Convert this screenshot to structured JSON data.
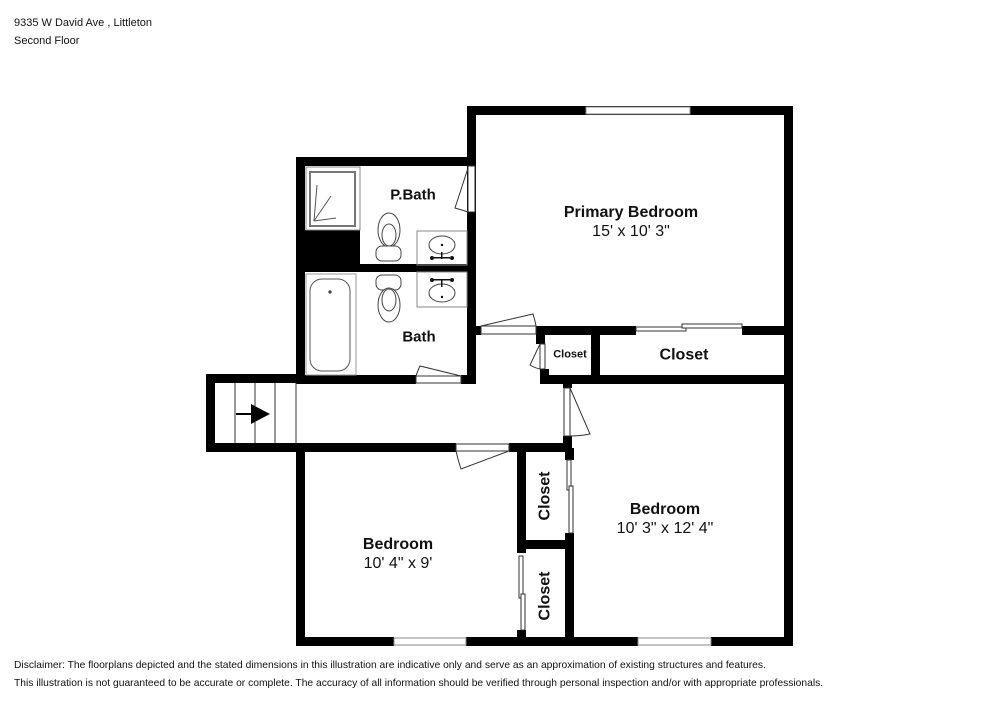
{
  "header": {
    "address": "9335 W David Ave , Littleton",
    "floor": "Second Floor"
  },
  "rooms": [
    {
      "id": "primary-bedroom",
      "name": "Primary Bedroom",
      "dims": "15' x 10' 3\""
    },
    {
      "id": "p-bath",
      "name": "P.Bath",
      "dims": ""
    },
    {
      "id": "bath",
      "name": "Bath",
      "dims": ""
    },
    {
      "id": "small-closet",
      "name": "Closet",
      "dims": ""
    },
    {
      "id": "primary-closet",
      "name": "Closet",
      "dims": ""
    },
    {
      "id": "bedroom-right",
      "name": "Bedroom",
      "dims": "10' 3\" x 12' 4\""
    },
    {
      "id": "bedroom-left",
      "name": "Bedroom",
      "dims": "10' 4\" x 9'"
    },
    {
      "id": "closet-upper",
      "name": "Closet",
      "dims": ""
    },
    {
      "id": "closet-lower",
      "name": "Closet",
      "dims": ""
    }
  ],
  "stairs": {
    "direction": "right",
    "icon": "arrow-right-icon"
  },
  "colors": {
    "wall": "#000000",
    "background": "#ffffff",
    "fixture": "#555555"
  },
  "disclaimer": {
    "line1": "Disclaimer: The floorplans depicted and the stated dimensions in this illustration are indicative only and serve as an approximation of existing structures and features.",
    "line2": "This illustration is not guaranteed to be accurate or complete. The accuracy of all information should be verified through personal inspection and/or with appropriate professionals."
  }
}
